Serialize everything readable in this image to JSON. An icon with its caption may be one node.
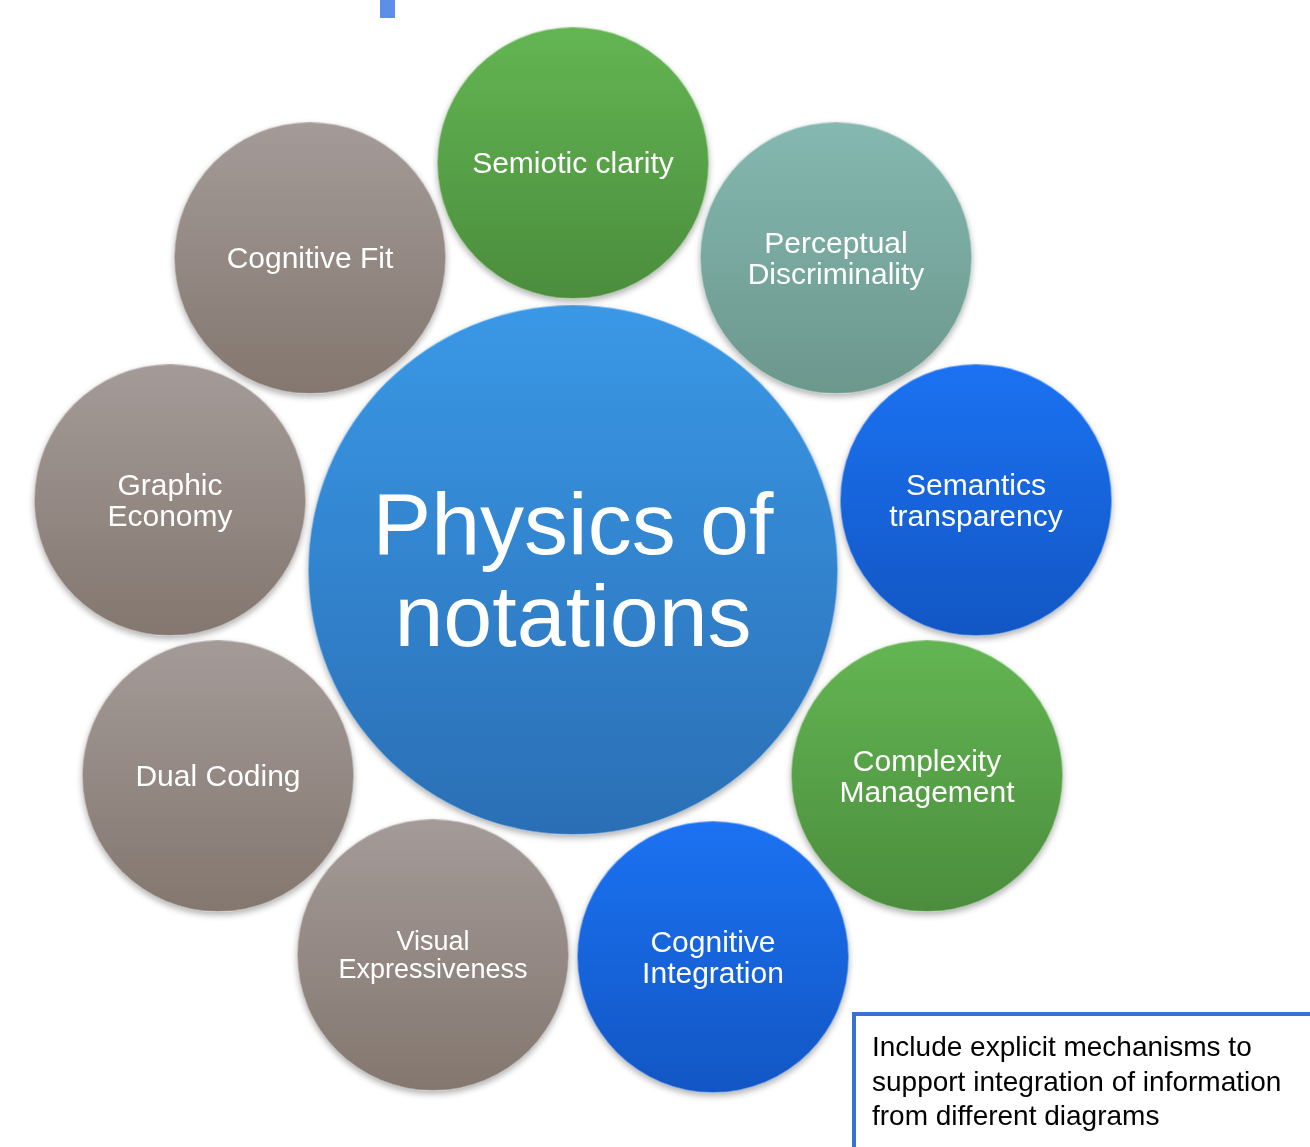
{
  "diagram": {
    "nodes": [
      {
        "text": [
          "Physics of notations"
        ]
      },
      {
        "text": [
          "Semiotic clarity"
        ]
      },
      {
        "text": [
          "Perceptual Discriminality"
        ]
      },
      {
        "text": [
          "Semantics transparency"
        ]
      },
      {
        "text": [
          "Complexity Management"
        ]
      },
      {
        "text": [
          "Cognitive Integration"
        ]
      },
      {
        "text": [
          "Visual Expressiveness"
        ]
      },
      {
        "text": [
          "Dual Coding"
        ]
      },
      {
        "text": [
          "Graphic Economy"
        ]
      },
      {
        "text": [
          "Cognitive Fit"
        ]
      },
      {
        "text": [
          "Include explicit mechanisms to support integration of information from different diagrams"
        ]
      }
    ],
    "edges": []
  }
}
